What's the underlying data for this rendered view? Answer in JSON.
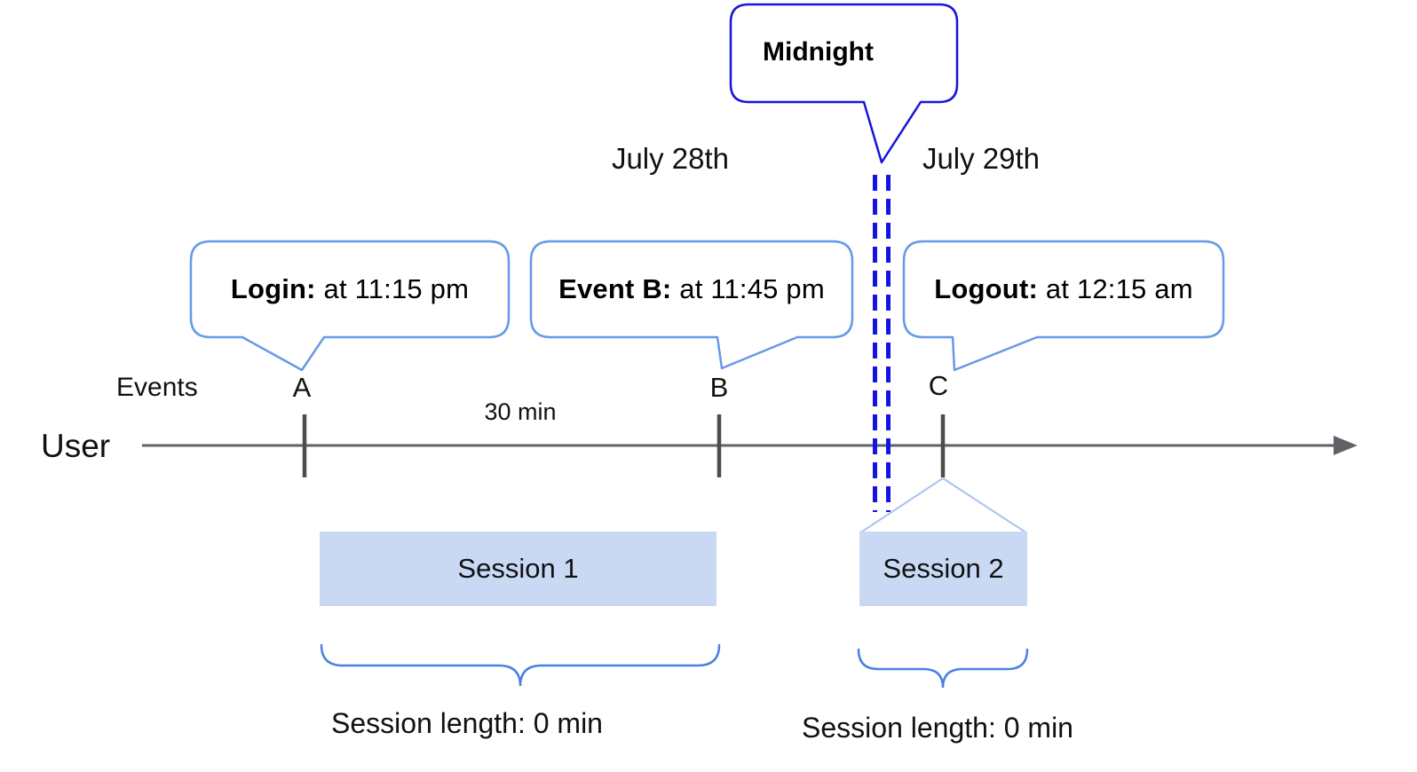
{
  "diagram": {
    "midnight_callout": {
      "label": "Midnight"
    },
    "dates": {
      "before": "July 28th",
      "after": "July 29th"
    },
    "axis": {
      "events_label": "Events",
      "user_label": "User",
      "gap_label": "30 min"
    },
    "events": [
      {
        "id": "A",
        "callout_title": "Login:",
        "callout_detail": " at 11:15 pm"
      },
      {
        "id": "B",
        "callout_title": "Event B:",
        "callout_detail": " at 11:45 pm"
      },
      {
        "id": "C",
        "callout_title": "Logout:",
        "callout_detail": " at 12:15 am"
      }
    ],
    "sessions": [
      {
        "name": "Session 1",
        "length_label": "Session length: 0 min"
      },
      {
        "name": "Session 2",
        "length_label": "Session length: 0 min"
      }
    ],
    "colors": {
      "midnight_border": "#1616d9",
      "date_divider_dash": "#1414e6",
      "callout_border": "#6699e8",
      "session_fill": "#c9d9f4",
      "brace": "#4a80e4",
      "funnel_line": "#a9c3ee",
      "timeline": "#5f6368",
      "tick": "#4d4d4d",
      "text": "#000000"
    }
  }
}
